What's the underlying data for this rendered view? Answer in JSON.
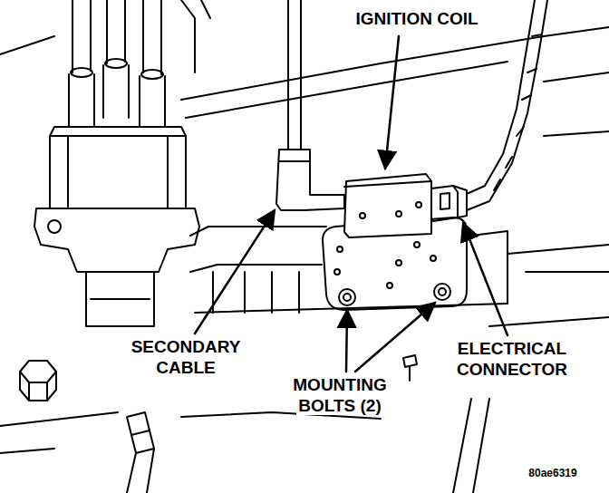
{
  "diagram": {
    "labels": [
      "IGNITION COIL",
      "SECONDARY CABLE",
      "MOUNTING BOLTS (2)",
      "ELECTRICAL CONNECTOR",
      "80ae6319"
    ]
  }
}
